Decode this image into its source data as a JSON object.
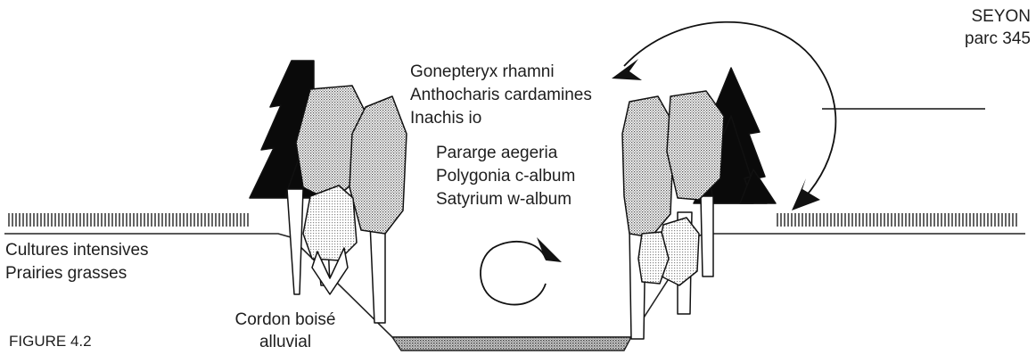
{
  "site": {
    "name": "SEYON",
    "parcel": "parc 345"
  },
  "species_group_upper": [
    "Gonepteryx rhamni",
    "Anthocharis cardamines",
    "Inachis io"
  ],
  "species_group_lower": [
    "Pararge aegeria",
    "Polygonia c-album",
    "Satyrium w-album"
  ],
  "land_use": {
    "line1": "Cultures intensives",
    "line2": "Prairies grasses"
  },
  "riparian_label": {
    "line1": "Cordon boisé",
    "line2": "alluvial"
  },
  "figure_caption": "FIGURE 4.2"
}
